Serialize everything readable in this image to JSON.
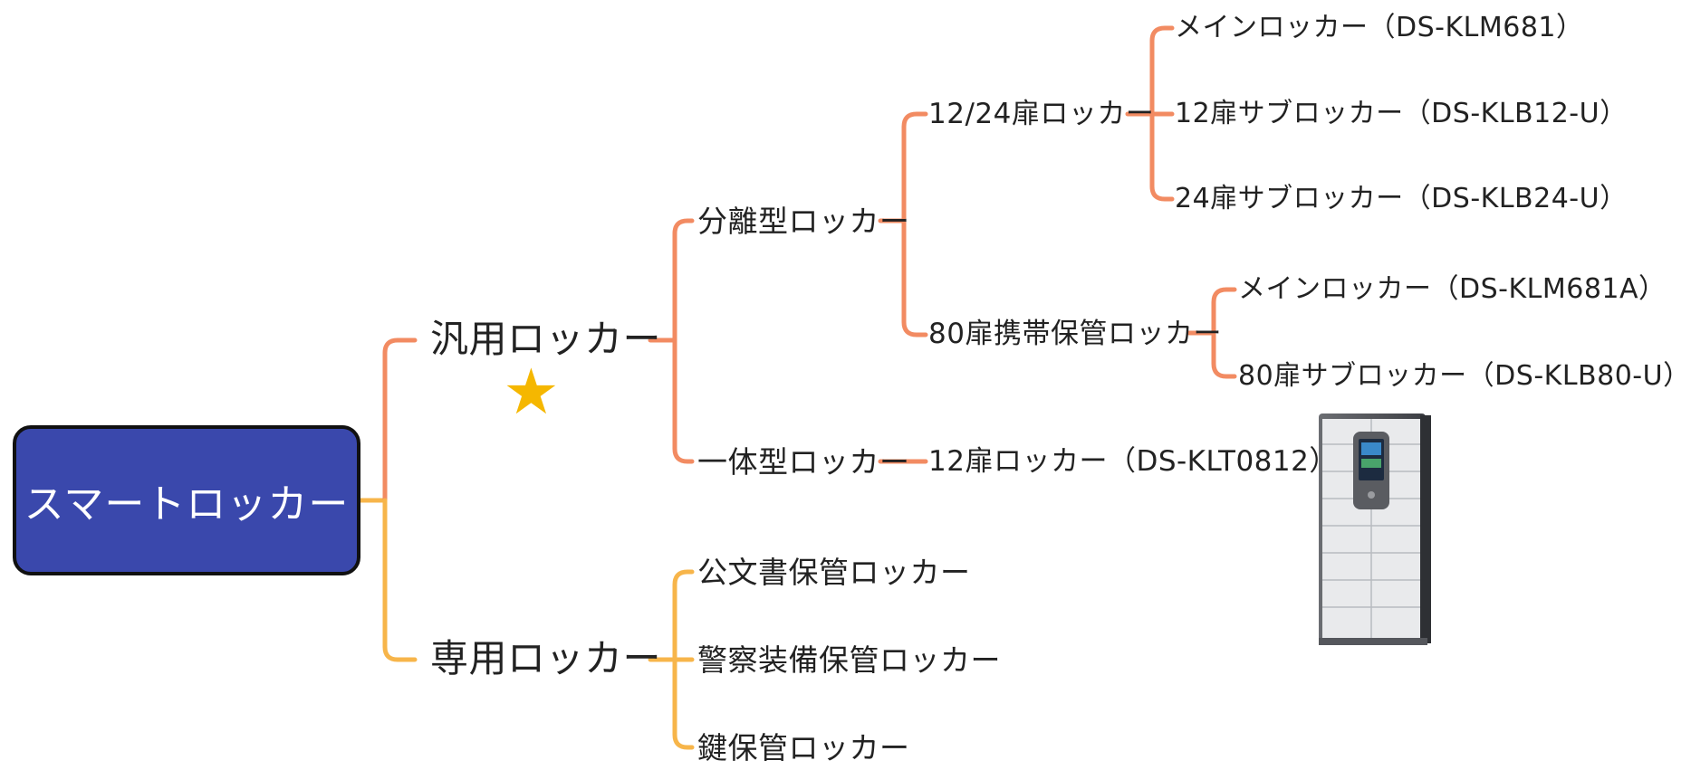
{
  "root": {
    "label": "スマートロッカー"
  },
  "branches": {
    "general": {
      "label": "汎用ロッカー",
      "separate": {
        "label": "分離型ロッカー",
        "door_12_24": {
          "label": "12/24扉ロッカー",
          "children": [
            "メインロッカー（DS-KLM681）",
            "12扉サブロッカー（DS-KLB12-U）",
            "24扉サブロッカー（DS-KLB24-U）"
          ]
        },
        "door_80": {
          "label": "80扉携帯保管ロッカー",
          "children": [
            "メインロッカー（DS-KLM681A）",
            "80扉サブロッカー（DS-KLB80-U）"
          ]
        }
      },
      "integrated": {
        "label": "一体型ロッカー",
        "children": [
          "12扉ロッカー（DS-KLT0812）"
        ]
      }
    },
    "dedicated": {
      "label": "専用ロッカー",
      "children": [
        "公文書保管ロッカー",
        "警察装備保管ロッカー",
        "鍵保管ロッカー"
      ]
    }
  },
  "marker": {
    "icon": "star-icon",
    "glyph": "★",
    "color": "#f5b700"
  },
  "colors": {
    "root_fill": "#3a48ac",
    "connector_primary": "#f28b62",
    "connector_secondary": "#f7b54a"
  },
  "product_image": {
    "icon": "smart-locker-image"
  }
}
